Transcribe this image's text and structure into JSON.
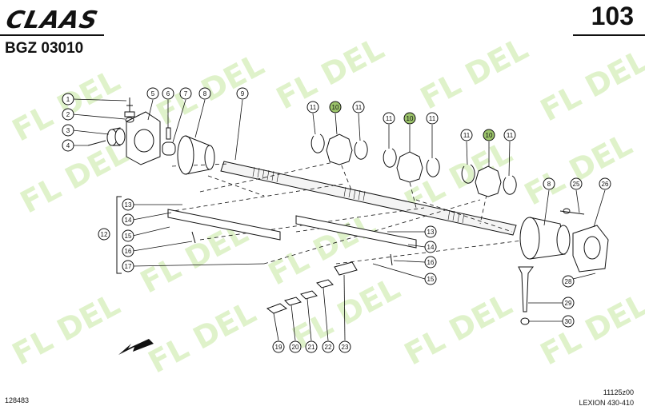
{
  "header": {
    "brand": "CLAAS",
    "page_number": "103",
    "group_code": "BGZ 03010"
  },
  "footer": {
    "left_id": "128483",
    "drawing_code": "11125z00",
    "model": "LEXION 430-410"
  },
  "watermark": "FL DEL",
  "callouts": [
    {
      "label": "1"
    },
    {
      "label": "2"
    },
    {
      "label": "3"
    },
    {
      "label": "4"
    },
    {
      "label": "5"
    },
    {
      "label": "6"
    },
    {
      "label": "7"
    },
    {
      "label": "8"
    },
    {
      "label": "9"
    },
    {
      "label": "10",
      "highlight": true
    },
    {
      "label": "11"
    },
    {
      "label": "11"
    },
    {
      "label": "10",
      "highlight": true
    },
    {
      "label": "11"
    },
    {
      "label": "11"
    },
    {
      "label": "10",
      "highlight": true
    },
    {
      "label": "11"
    },
    {
      "label": "11"
    },
    {
      "label": "13"
    },
    {
      "label": "14"
    },
    {
      "label": "12"
    },
    {
      "label": "15"
    },
    {
      "label": "16"
    },
    {
      "label": "17"
    },
    {
      "label": "13"
    },
    {
      "label": "14"
    },
    {
      "label": "16"
    },
    {
      "label": "15"
    },
    {
      "label": "8"
    },
    {
      "label": "25"
    },
    {
      "label": "26"
    },
    {
      "label": "28"
    },
    {
      "label": "29"
    },
    {
      "label": "30"
    },
    {
      "label": "19"
    },
    {
      "label": "20"
    },
    {
      "label": "21"
    },
    {
      "label": "22"
    },
    {
      "label": "23"
    }
  ]
}
